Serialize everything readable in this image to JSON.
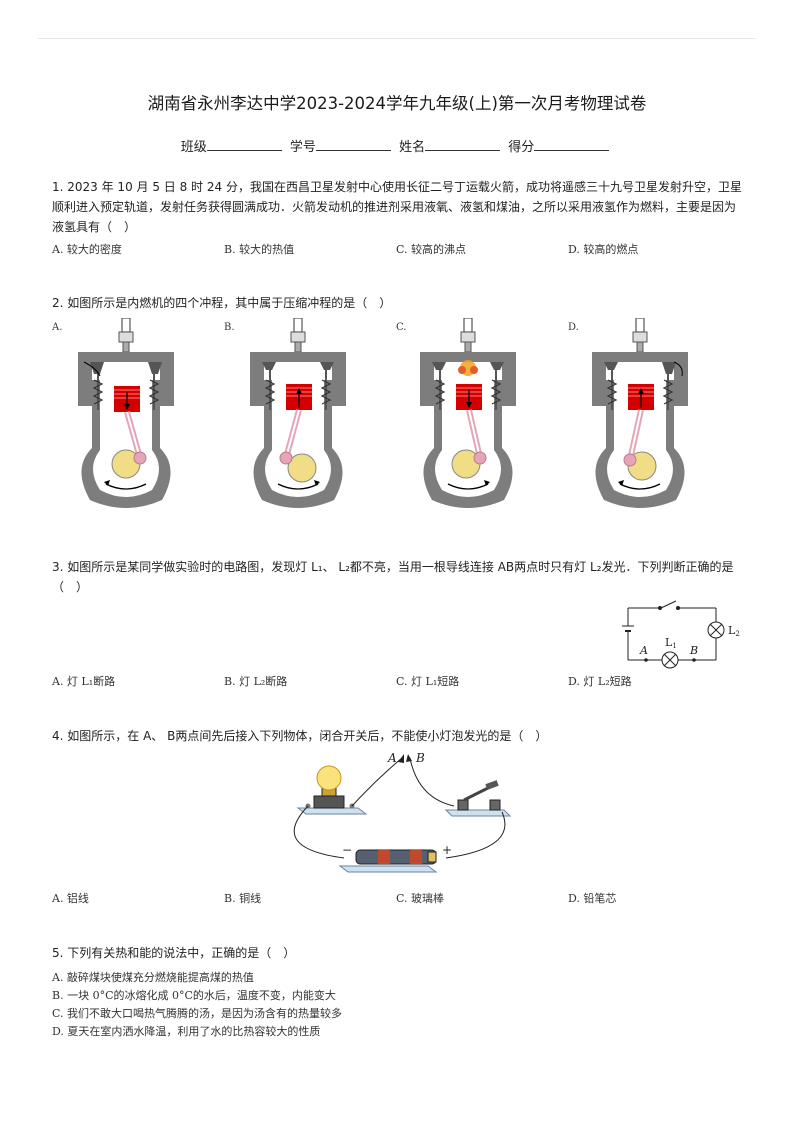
{
  "header": {
    "title": "湖南省永州李达中学2023-2024学年九年级(上)第一次月考物理试卷",
    "info_fields": [
      "班级",
      "学号",
      "姓名",
      "得分"
    ]
  },
  "q1": {
    "line1": "1. 2023 年 10 月 5 日 8 时 24 分，我国在西昌卫星发射中心使用长征二号丁运载火箭，成功将遥感三十九号卫星发射升空，卫星",
    "line2": "顺利进入预定轨道，发射任务获得圆满成功．火箭发动机的推进剂采用液氧、液氢和煤油，之所以采用液氢作为燃料，主要是因为",
    "line3": "液氢具有（　）",
    "options": [
      "A.  较大的密度",
      "B.  较大的热值",
      "C.  较高的沸点",
      "D.  较高的燃点"
    ]
  },
  "q2": {
    "text": "2. 如图所示是内燃机的四个冲程，其中属于压缩冲程的是（　）",
    "labels": [
      "A.",
      "B.",
      "C.",
      "D."
    ]
  },
  "q3": {
    "line1": "3. 如图所示是某同学做实验时的电路图，发现灯 L₁、 L₂都不亮，当用一根导线连接 AB两点时只有灯 L₂发光．下列判断正确的是",
    "line2": "（　）",
    "options": [
      "A.  灯 L₁断路",
      "B.  灯 L₂断路",
      "C.  灯 L₁短路",
      "D.  灯 L₂短路"
    ],
    "circuit_labels": {
      "l1": "L",
      "l1_sub": "1",
      "l2": "L",
      "l2_sub": "2",
      "a": "A",
      "b": "B"
    }
  },
  "q4": {
    "text": "4. 如图所示，在 A、 B两点间先后接入下列物体，闭合开关后，不能使小灯泡发光的是（　）",
    "options": [
      "A.  铝线",
      "B.  铜线",
      "C.  玻璃棒",
      "D.  铅笔芯"
    ],
    "figure_labels": {
      "a": "A",
      "b": "B",
      "minus": "−",
      "plus": "+"
    }
  },
  "q5": {
    "text": "5. 下列有关热和能的说法中，正确的是（　）",
    "options": [
      "A.  敲碎煤块使煤充分燃烧能提高煤的热值",
      "B.  一块 0°C的冰熔化成 0°C的水后，温度不变，内能变大",
      "C.  我们不敢大口喝热气腾腾的汤，是因为汤含有的热量较多",
      "D.  夏天在室内洒水降温，利用了水的比热容较大的性质"
    ]
  }
}
